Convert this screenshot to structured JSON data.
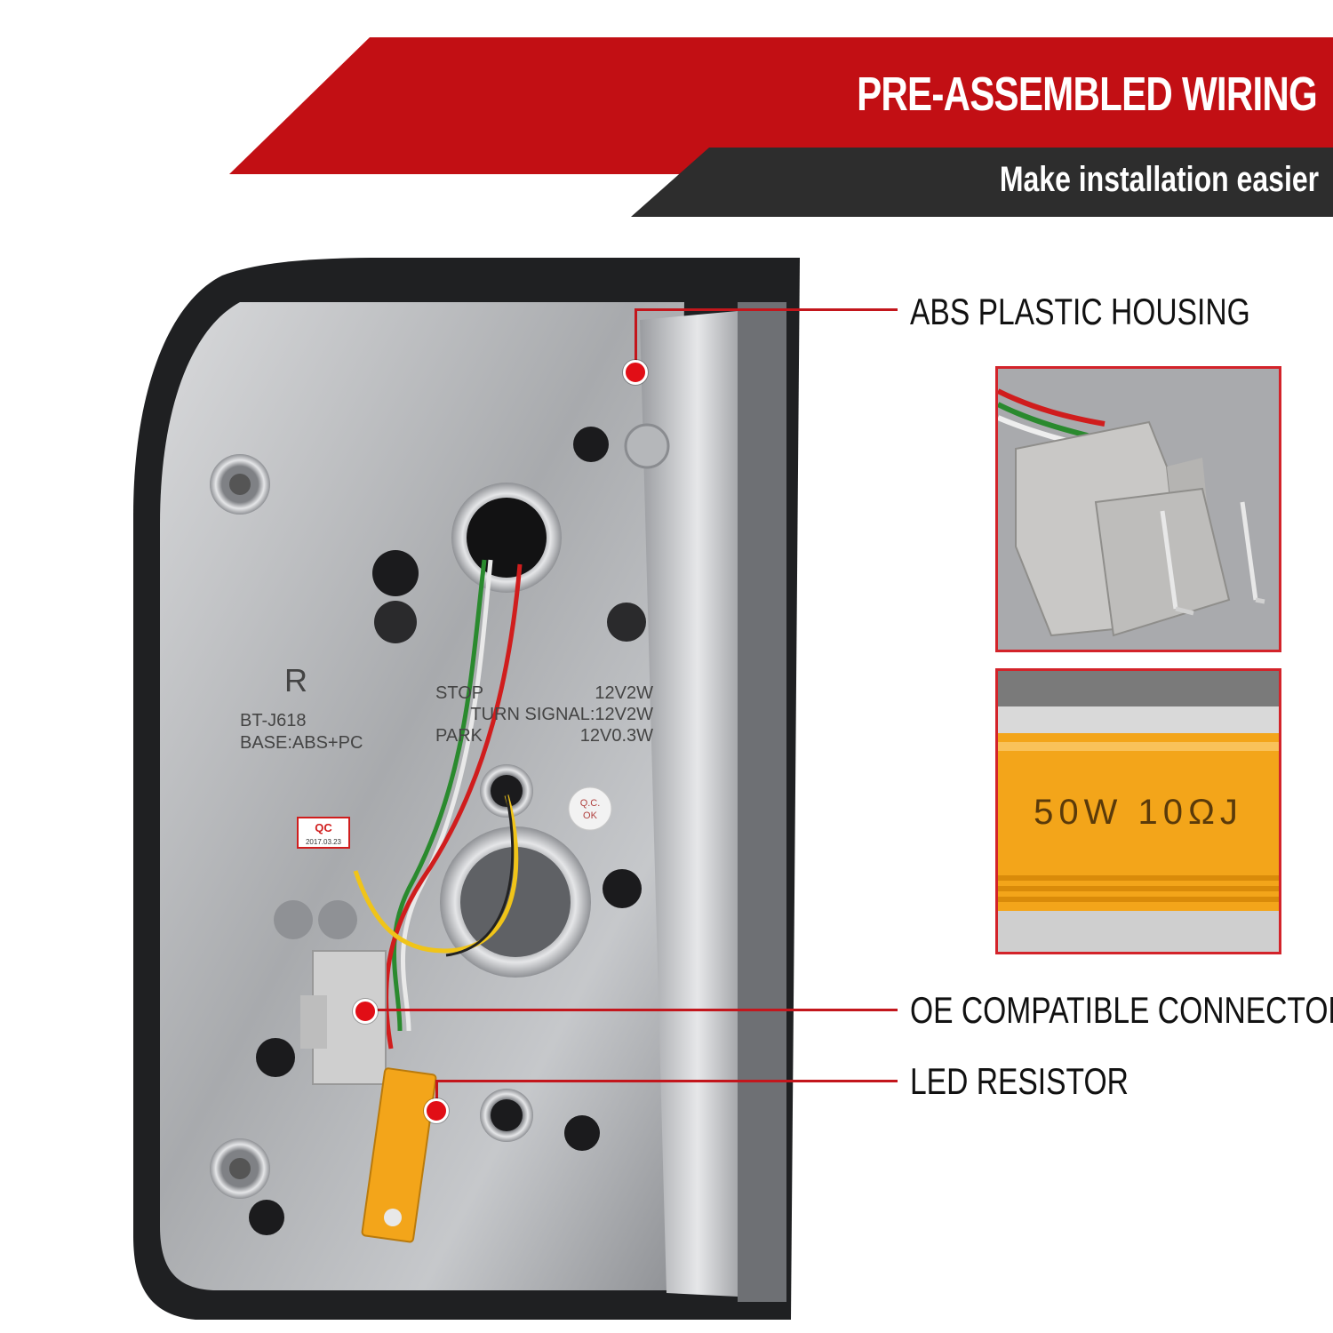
{
  "banner": {
    "title": "PRE-ASSEMBLED WIRING",
    "subtitle": "Make installation easier"
  },
  "callouts": {
    "housing": "ABS PLASTIC HOUSING",
    "connector": "OE COMPATIBLE CONNECTOR",
    "resistor": "LED RESISTOR"
  },
  "housing_markings": {
    "side": "R",
    "model": "BT-J618",
    "base": "BASE:ABS+PC",
    "stop": "STOP",
    "stop_rating": "12V2W",
    "turn": "TURN SIGNAL:12V2W",
    "park": "PARK",
    "park_rating": "12V0.3W",
    "qc_label": "QC",
    "qc_date": "2017.03.23",
    "qc_stamp_line1": "Q.C.",
    "qc_stamp_line2": "OK"
  },
  "resistor_marking": "50W 10ΩJ",
  "colors": {
    "banner_red": "#c20f14",
    "banner_dark": "#2d2d2d",
    "accent_red": "#e10e16",
    "resistor_gold": "#f3a51a"
  }
}
